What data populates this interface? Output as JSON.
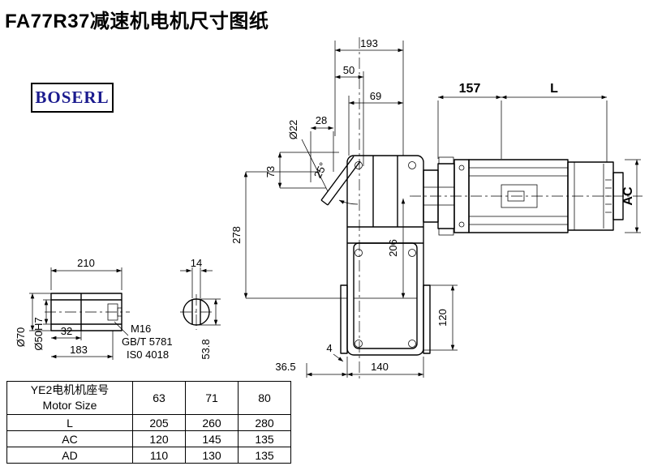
{
  "page": {
    "title": "FA77R37减速机电机尺寸图纸",
    "logo": "BOSERL"
  },
  "drawing": {
    "main_dims": {
      "w193": "193",
      "w50": "50",
      "w69": "69",
      "w28": "28",
      "dia22": "Ø22",
      "h73": "73",
      "ang25": "25°",
      "h278": "278",
      "w157": "157",
      "wL": "L",
      "hAC": "AC",
      "h206": "206",
      "h120": "120",
      "w4": "4",
      "w36_5": "36.5",
      "w140": "140"
    },
    "shaft_dims": {
      "len210": "210",
      "key14": "14",
      "dia70": "Ø70",
      "dia50": "Ø50H7",
      "len32": "32",
      "len183": "183",
      "thread": "M16",
      "std1": "GB/T 5781",
      "std2": "IS0 4018",
      "flat53_8": "53.8"
    }
  },
  "table": {
    "header_cn": "YE2电机机座号",
    "header_en": "Motor Size",
    "sizes": [
      "63",
      "71",
      "80"
    ],
    "rows": [
      {
        "label": "L",
        "values": [
          "205",
          "260",
          "280"
        ]
      },
      {
        "label": "AC",
        "values": [
          "120",
          "145",
          "135"
        ]
      },
      {
        "label": "AD",
        "values": [
          "110",
          "130",
          "135"
        ]
      }
    ]
  }
}
